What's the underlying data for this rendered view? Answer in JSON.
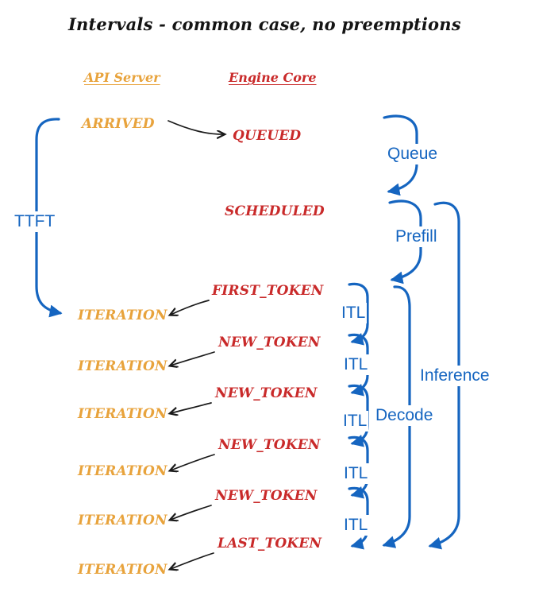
{
  "title": "Intervals - common case, no preemptions",
  "headers": {
    "api_server": "API Server",
    "engine_core": "Engine Core"
  },
  "events": {
    "arrived": "ARRIVED",
    "queued": "QUEUED",
    "scheduled": "SCHEDULED",
    "first_token": "FIRST_TOKEN",
    "new_token": "NEW_TOKEN",
    "last_token": "LAST_TOKEN",
    "iteration": "ITERATION"
  },
  "intervals": {
    "ttft": "TTFT",
    "queue": "Queue",
    "prefill": "Prefill",
    "itl": "ITL",
    "decode": "Decode",
    "inference": "Inference"
  },
  "colors": {
    "api_server_text": "#E8A33C",
    "engine_core_text": "#C92A2A",
    "interval_blue": "#1565C0",
    "arrow_black": "#1a1a1a",
    "background": "#ffffff"
  }
}
